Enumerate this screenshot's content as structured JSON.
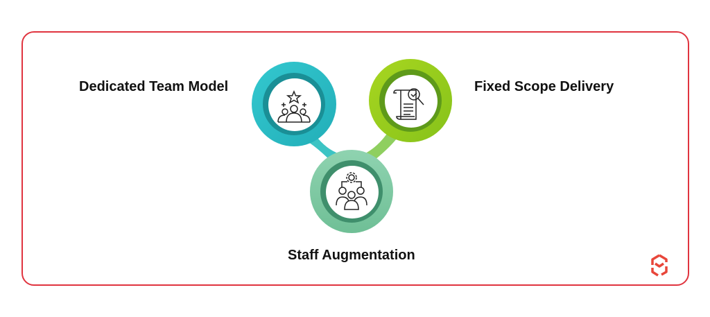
{
  "items": [
    {
      "label": "Dedicated Team Model",
      "icon": "team-star-icon",
      "color": "#2ec4c9"
    },
    {
      "label": "Fixed Scope Delivery",
      "icon": "document-search-icon",
      "color": "#9ccc1c"
    },
    {
      "label": "Staff Augmentation",
      "icon": "team-gear-icon",
      "color": "#7fcca0"
    }
  ],
  "border_color": "#e0343f",
  "logo": "cube-logo-icon"
}
